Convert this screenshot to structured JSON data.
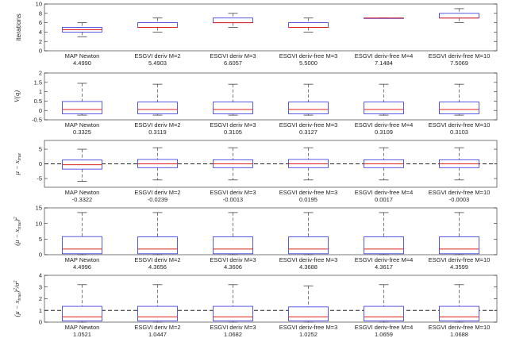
{
  "colors": {
    "box": "#3030e0",
    "median": "#e02020",
    "whisker": "#444444",
    "axis": "#222222",
    "refline": "#222222"
  },
  "categories": [
    "MAP Newton",
    "ESGVI deriv M=2",
    "ESGVI deriv M=3",
    "ESGVI deriv-free M=3",
    "ESGVI deriv-free M=4",
    "ESGVI deriv-free M=10"
  ],
  "chart_data": [
    {
      "type": "box",
      "ylabel": "iterations",
      "ylabel_style": "plain",
      "ylim": [
        0,
        10
      ],
      "yticks": [
        "0",
        "2",
        "4",
        "6",
        "8",
        "10"
      ],
      "yticks_values": [
        0,
        2,
        4,
        6,
        8,
        10
      ],
      "means": [
        "4.4990",
        "5.4903",
        "6.6057",
        "5.5000",
        "7.1484",
        "7.5069"
      ],
      "boxes": [
        {
          "low": 3,
          "q1": 4,
          "median": 4.5,
          "q3": 5,
          "high": 6
        },
        {
          "low": 4,
          "q1": 5,
          "median": 5,
          "q3": 6,
          "high": 7
        },
        {
          "low": 5,
          "q1": 6,
          "median": 6,
          "q3": 7,
          "high": 8
        },
        {
          "low": 4,
          "q1": 5,
          "median": 5,
          "q3": 6,
          "high": 7
        },
        {
          "low": 7,
          "q1": 7,
          "median": 7,
          "q3": 7,
          "high": 7
        },
        {
          "low": 6,
          "q1": 7,
          "median": 7,
          "q3": 8,
          "high": 9
        }
      ]
    },
    {
      "type": "box",
      "ylabel": "V(q)",
      "ylabel_style": "math",
      "ylim": [
        -0.5,
        2
      ],
      "yticks": [
        "-0.5",
        "0",
        "0.5",
        "1",
        "1.5",
        "2"
      ],
      "yticks_values": [
        -0.5,
        0,
        0.5,
        1,
        1.5,
        2
      ],
      "means": [
        "0.3325",
        "0.3119",
        "0.3105",
        "0.3127",
        "0.3109",
        "0.3103"
      ],
      "boxes": [
        {
          "low": -0.25,
          "q1": -0.18,
          "median": 0.05,
          "q3": 0.48,
          "high": 1.45
        },
        {
          "low": -0.25,
          "q1": -0.18,
          "median": 0.05,
          "q3": 0.45,
          "high": 1.4
        },
        {
          "low": -0.25,
          "q1": -0.18,
          "median": 0.05,
          "q3": 0.45,
          "high": 1.4
        },
        {
          "low": -0.25,
          "q1": -0.18,
          "median": 0.05,
          "q3": 0.45,
          "high": 1.4
        },
        {
          "low": -0.25,
          "q1": -0.18,
          "median": 0.05,
          "q3": 0.45,
          "high": 1.4
        },
        {
          "low": -0.25,
          "q1": -0.18,
          "median": 0.05,
          "q3": 0.45,
          "high": 1.4
        }
      ]
    },
    {
      "type": "box",
      "ylabel": "μ − x_true",
      "ylabel_style": "math",
      "ylim": [
        -8,
        8
      ],
      "yticks": [
        "-5",
        "0",
        "5"
      ],
      "yticks_values": [
        -5,
        0,
        5
      ],
      "refline": 0,
      "means": [
        "-0.3322",
        "-0.0239",
        "-0.0013",
        "0.0195",
        "0.0017",
        "-0.0003"
      ],
      "boxes": [
        {
          "low": -6,
          "q1": -1.8,
          "median": -0.3,
          "q3": 1.3,
          "high": 5
        },
        {
          "low": -5.5,
          "q1": -1.3,
          "median": 0,
          "q3": 1.5,
          "high": 5.5
        },
        {
          "low": -5.5,
          "q1": -1.3,
          "median": 0,
          "q3": 1.4,
          "high": 5.5
        },
        {
          "low": -5.5,
          "q1": -1.3,
          "median": 0,
          "q3": 1.5,
          "high": 5.5
        },
        {
          "low": -5.5,
          "q1": -1.3,
          "median": 0,
          "q3": 1.4,
          "high": 5.5
        },
        {
          "low": -5.5,
          "q1": -1.3,
          "median": 0,
          "q3": 1.4,
          "high": 5.5
        }
      ]
    },
    {
      "type": "box",
      "ylabel": "(μ − x_true)²",
      "ylabel_style": "math",
      "ylim": [
        0,
        15
      ],
      "yticks": [
        "0",
        "5",
        "10",
        "15"
      ],
      "yticks_values": [
        0,
        5,
        10,
        15
      ],
      "means": [
        "4.4996",
        "4.3656",
        "4.3606",
        "4.3688",
        "4.3617",
        "4.3599"
      ],
      "boxes": [
        {
          "low": 0,
          "q1": 0.3,
          "median": 1.8,
          "q3": 5.8,
          "high": 13.5
        },
        {
          "low": 0,
          "q1": 0.3,
          "median": 1.8,
          "q3": 5.7,
          "high": 13.5
        },
        {
          "low": 0,
          "q1": 0.3,
          "median": 1.8,
          "q3": 5.7,
          "high": 13.5
        },
        {
          "low": 0,
          "q1": 0.3,
          "median": 1.8,
          "q3": 5.7,
          "high": 13.5
        },
        {
          "low": 0,
          "q1": 0.3,
          "median": 1.8,
          "q3": 5.7,
          "high": 13.5
        },
        {
          "low": 0,
          "q1": 0.3,
          "median": 1.8,
          "q3": 5.7,
          "high": 13.5
        }
      ]
    },
    {
      "type": "box",
      "ylabel": "(μ − x_true)²/σ²",
      "ylabel_style": "math",
      "ylim": [
        0,
        4
      ],
      "yticks": [
        "0",
        "1",
        "2",
        "3",
        "4"
      ],
      "yticks_values": [
        0,
        1,
        2,
        3,
        4
      ],
      "refline": 1,
      "means": [
        "1.0521",
        "1.0447",
        "1.0682",
        "1.0252",
        "1.0659",
        "1.0688"
      ],
      "boxes": [
        {
          "low": 0,
          "q1": 0.1,
          "median": 0.45,
          "q3": 1.35,
          "high": 3.2
        },
        {
          "low": 0,
          "q1": 0.1,
          "median": 0.45,
          "q3": 1.35,
          "high": 3.2
        },
        {
          "low": 0,
          "q1": 0.1,
          "median": 0.45,
          "q3": 1.35,
          "high": 3.2
        },
        {
          "low": 0,
          "q1": 0.1,
          "median": 0.45,
          "q3": 1.3,
          "high": 3.1
        },
        {
          "low": 0,
          "q1": 0.1,
          "median": 0.45,
          "q3": 1.35,
          "high": 3.2
        },
        {
          "low": 0,
          "q1": 0.1,
          "median": 0.45,
          "q3": 1.35,
          "high": 3.2
        }
      ]
    }
  ]
}
